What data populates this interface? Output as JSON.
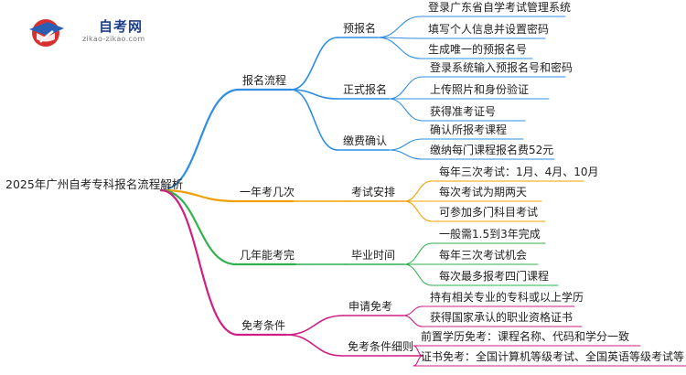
{
  "logo": {
    "name": "自考网",
    "url": "zikao-zikao.com"
  },
  "root": "2025年广州自考专科报名流程解析",
  "colors": {
    "blue": "#2f8de4",
    "orange": "#f0a000",
    "green": "#2fb24d",
    "magenta": "#cf1f84",
    "logo_red": "#d6312e",
    "logo_blue": "#2b5fb4"
  },
  "branches": [
    {
      "label": "报名流程",
      "color_key": "blue",
      "children": [
        {
          "label": "预报名",
          "children": [
            "登录广东省自学考试管理系统",
            "填写个人信息并设置密码",
            "生成唯一的预报名号"
          ]
        },
        {
          "label": "正式报名",
          "children": [
            "登录系统输入预报名号和密码",
            "上传照片和身份验证",
            "获得准考证号"
          ]
        },
        {
          "label": "缴费确认",
          "children": [
            "确认所报考课程",
            "缴纳每门课程报名费52元"
          ]
        }
      ]
    },
    {
      "label": "一年考几次",
      "color_key": "orange",
      "children": [
        {
          "label": "考试安排",
          "children": [
            "每年三次考试：1月、4月、10月",
            "每次考试为期两天",
            "可参加多门科目考试"
          ]
        }
      ]
    },
    {
      "label": "几年能考完",
      "color_key": "green",
      "children": [
        {
          "label": "毕业时间",
          "children": [
            "一般需1.5到3年完成",
            "每年三次考试机会",
            "每次最多报考四门课程"
          ]
        }
      ]
    },
    {
      "label": "免考条件",
      "color_key": "magenta",
      "children": [
        {
          "label": "申请免考",
          "children": [
            "持有相关专业的专科或以上学历",
            "获得国家承认的职业资格证书"
          ]
        },
        {
          "label": "免考条件细则",
          "children": [
            "前置学历免考：课程名称、代码和学分一致",
            "证书免考：全国计算机等级考试、全国英语等级考试等"
          ]
        }
      ]
    }
  ]
}
